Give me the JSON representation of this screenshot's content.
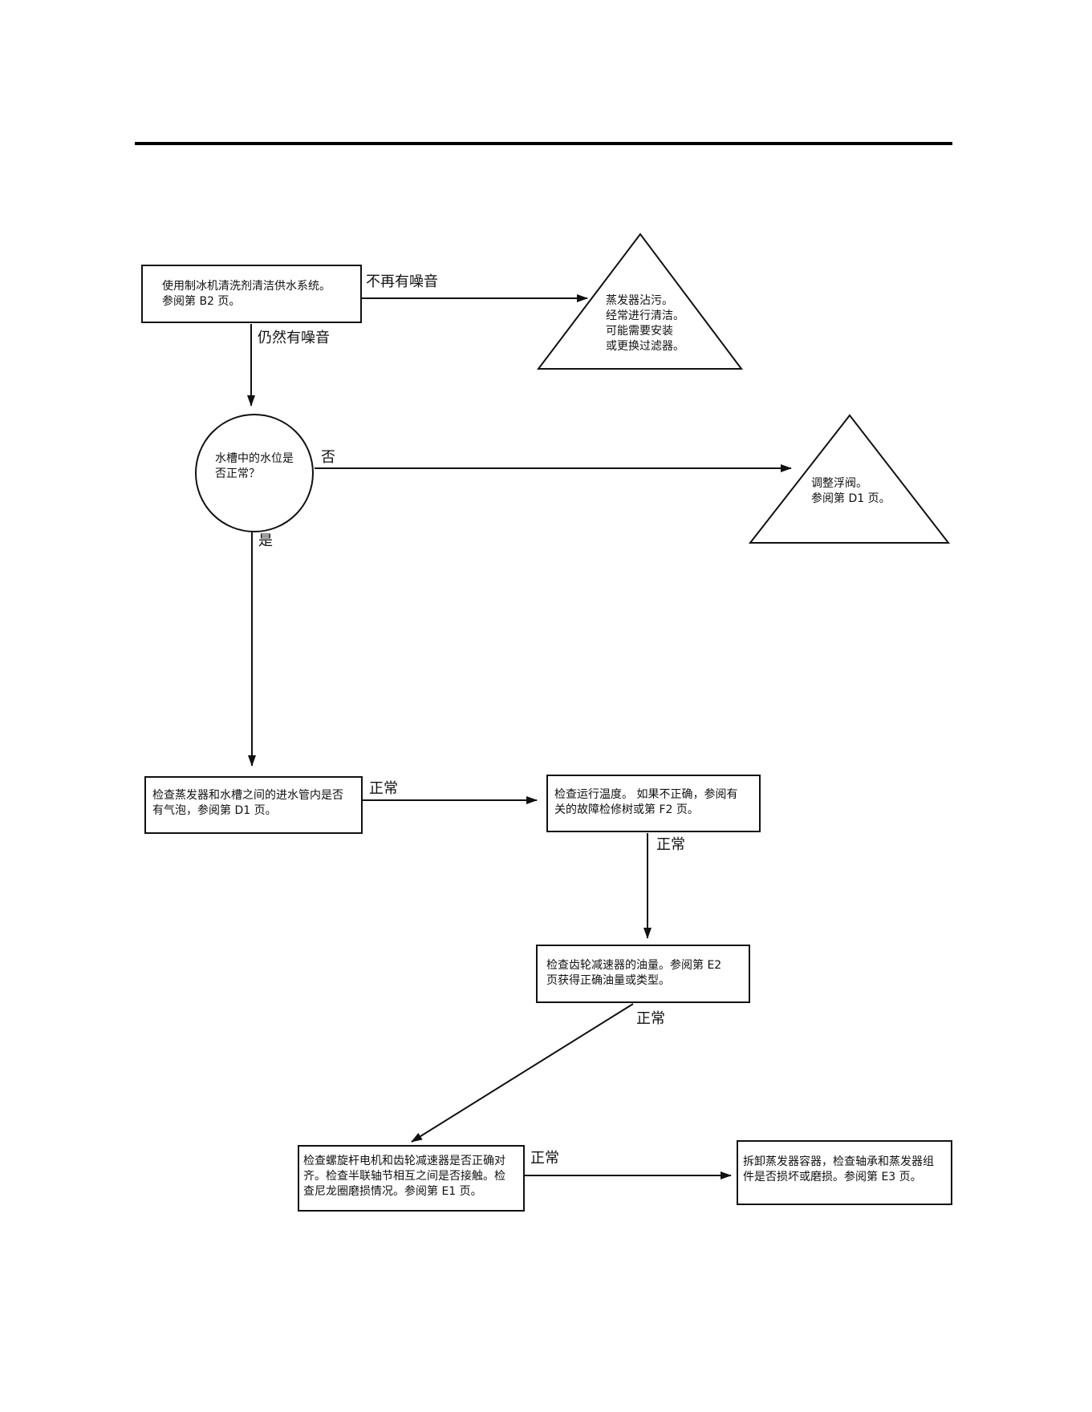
{
  "diagram": {
    "nodes": {
      "clean": {
        "shape": "rect",
        "text": "使用制冰机清洗剂清洁供水系统。\n参阅第 B2 页。"
      },
      "evap_dirty": {
        "shape": "triangle",
        "text": "蒸发器沾污。\n经常进行清洁。\n可能需要安装\n或更换过滤器。"
      },
      "water_level": {
        "shape": "circle",
        "text": "水槽中的水位是\n否正常？"
      },
      "adjust_float": {
        "shape": "triangle",
        "text": "调整浮阀。\n参阅第  D1  页。"
      },
      "air_bubbles": {
        "shape": "rect",
        "text": "检查蒸发器和水槽之间的进水管内是否\n有气泡，参阅第  D1  页。"
      },
      "temp": {
        "shape": "rect",
        "text": "检查运行温度。 如果不正确，参阅有\n关的故障检修树或第  F2 页。"
      },
      "gear_oil": {
        "shape": "rect",
        "text": "检查齿轮减速器的油量。参阅第  E2\n页获得正确油量或类型。"
      },
      "alignment": {
        "shape": "rect",
        "text": "检查螺旋杆电机和齿轮减速器是否正确对\n齐。检查半联轴节相互之间是否接触。检\n查尼龙圈磨损情况。参阅第  E1  页。"
      },
      "disassemble": {
        "shape": "rect",
        "text": "拆卸蒸发器容器，检查轴承和蒸发器组\n件是否损坏或磨损。参阅第  E3 页。"
      }
    },
    "edges": [
      {
        "from": "clean",
        "to": "evap_dirty",
        "label": "不再有噪音"
      },
      {
        "from": "clean",
        "to": "water_level",
        "label": "仍然有噪音"
      },
      {
        "from": "water_level",
        "to": "adjust_float",
        "label": "否"
      },
      {
        "from": "water_level",
        "to": "air_bubbles",
        "label": "是"
      },
      {
        "from": "air_bubbles",
        "to": "temp",
        "label": "正常"
      },
      {
        "from": "temp",
        "to": "gear_oil",
        "label": "正常"
      },
      {
        "from": "gear_oil",
        "to": "alignment",
        "label": "正常"
      },
      {
        "from": "alignment",
        "to": "disassemble",
        "label": "正常"
      }
    ]
  },
  "colors": {
    "line": "#111111",
    "background": "#ffffff",
    "header_rule": "#000000"
  }
}
